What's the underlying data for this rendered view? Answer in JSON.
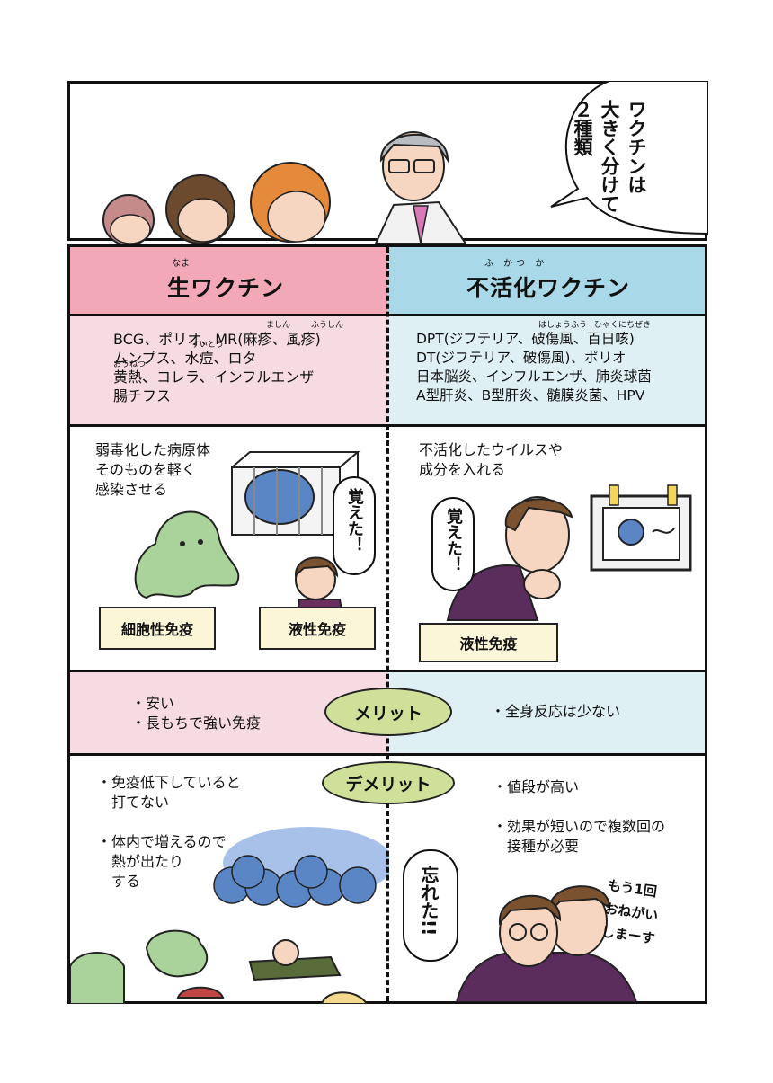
{
  "top": {
    "speech": "ワクチンは\n大きく分けて\n２種類"
  },
  "live": {
    "title_ruby": "なま",
    "title": "生ワクチン",
    "examples": "BCG、ポリオ、MR(麻疹、風疹)\nムンプス、水痘、ロタ\n黄熱、コレラ、インフルエンザ\n腸チフス",
    "ruby_mashin": "ましん",
    "ruby_fushin": "ふうしん",
    "ruby_suitou": "すいとう",
    "ruby_ounetsu": "おうねつ",
    "description": "弱毒化した病原体\nそのものを軽く\n感染させる",
    "bubble": "覚えた！",
    "immunity_cell": "細胞性免疫",
    "immunity_humoral": "液性免疫",
    "merits": "・安い\n・長もちで強い免疫",
    "demerits": "・免疫低下していると\n　打てない\n\n・体内で増えるので\n　熱が出たり\n　する"
  },
  "inactivated": {
    "title_ruby": "ふ かつ か",
    "title": "不活化ワクチン",
    "examples": "DPT(ジフテリア、破傷風、百日咳)\nDT(ジフテリア、破傷風)、ポリオ\n日本脳炎、インフルエンザ、肺炎球菌\nA型肝炎、B型肝炎、髄膜炎菌、HPV",
    "ruby_hashoufu": "はしょうふう",
    "ruby_hyakunichi": "ひゃくにちぜき",
    "description": "不活化したウイルスや\n成分を入れる",
    "bubble": "覚えた！",
    "immunity_humoral": "液性免疫",
    "merits": "・全身反応は少ない",
    "demerits": "・値段が高い\n\n・効果が短いので複数回の\n　接種が必要",
    "bubble_forgot": "忘れた!!",
    "handwritten": "もう1回\nおねがい\nしまーす"
  },
  "labels": {
    "merit": "メリット",
    "demerit": "デメリット"
  },
  "colors": {
    "live_header": "#f2a8b6",
    "live_body": "#f7dbe2",
    "inactivated_header": "#a9d9e8",
    "inactivated_body": "#dff0f5",
    "oval": "#cfe199",
    "tag": "#fbf6d8"
  }
}
